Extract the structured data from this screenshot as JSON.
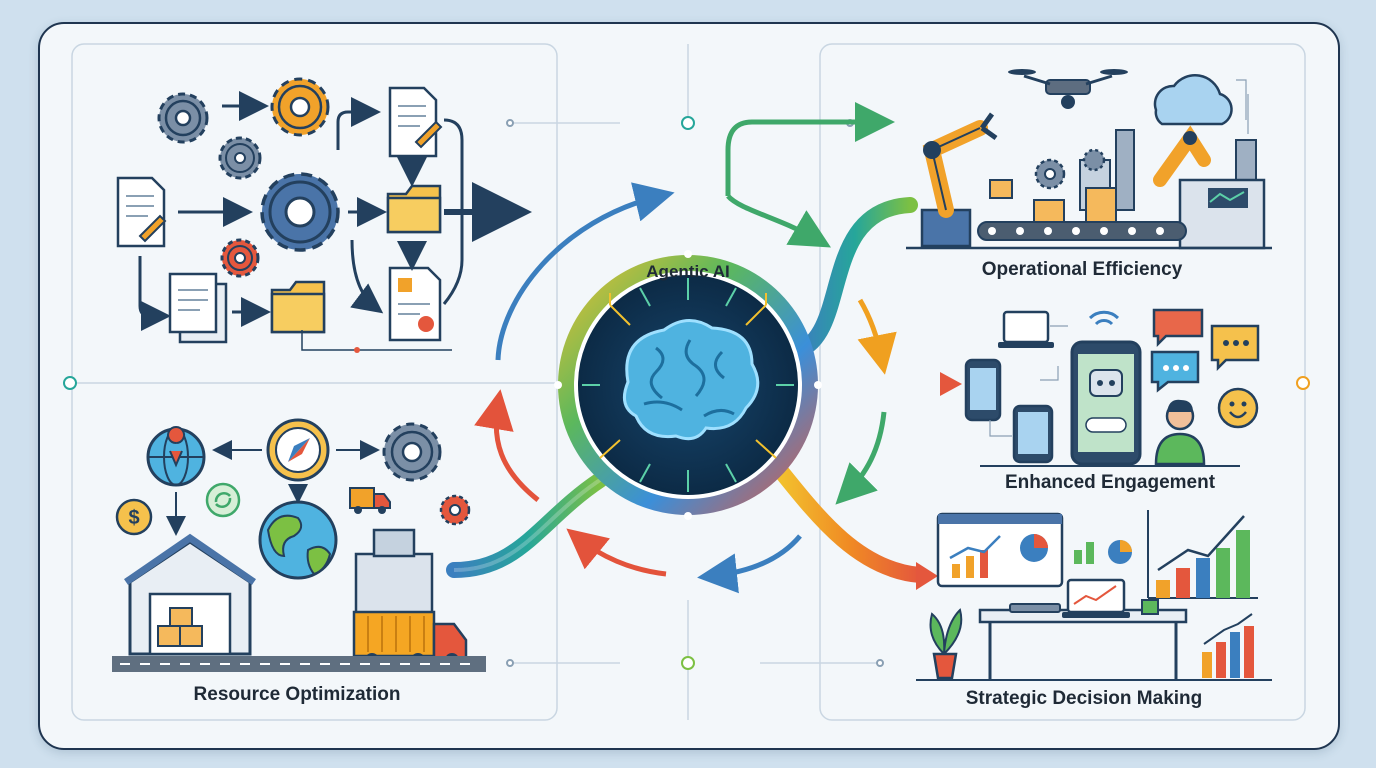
{
  "center": {
    "title": "Agentic AI"
  },
  "outcomes": {
    "operational": "Operational Efficiency",
    "engagement": "Enhanced Engagement",
    "strategic": "Strategic Decision Making",
    "resource": "Resource Optimization"
  },
  "colors": {
    "navy": "#23405e",
    "gear_blue": "#4a74a8",
    "gear_orange": "#f1a22a",
    "folder": "#f5c14c",
    "brain": "#4fb3e0",
    "circuit_ring": "#0f3452",
    "green": "#5cb85c",
    "red": "#e3533b",
    "arrow_blue": "#3b7fbf",
    "arrow_teal": "#26a69a"
  },
  "icons": [
    "gear-icon",
    "document-icon",
    "folder-icon",
    "brain-icon",
    "robot-arm-icon",
    "drone-icon",
    "cloud-icon",
    "factory-icon",
    "phone-icon",
    "chatbot-icon",
    "chat-bubble-icon",
    "emoji-icon",
    "wifi-icon",
    "dashboard-chart-icon",
    "laptop-icon",
    "plant-icon",
    "globe-icon",
    "compass-icon",
    "dollar-icon",
    "recycle-icon",
    "warehouse-icon",
    "truck-icon"
  ]
}
